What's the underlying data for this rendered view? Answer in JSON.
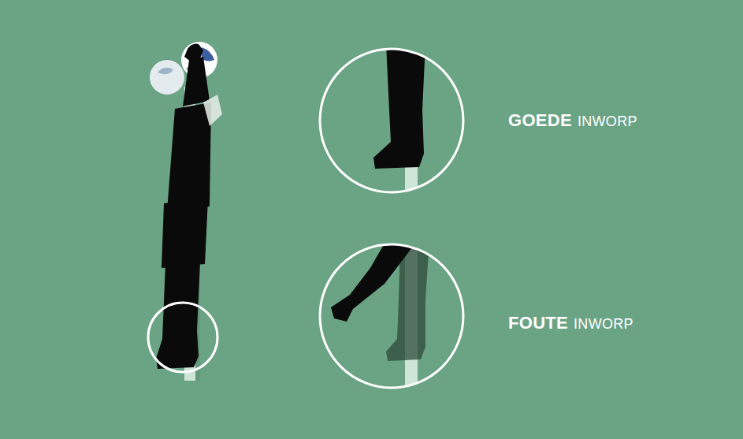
{
  "diagram": {
    "labels": [
      "GOEDE",
      "INWORP",
      "FOUTE",
      "INWORP"
    ]
  }
}
